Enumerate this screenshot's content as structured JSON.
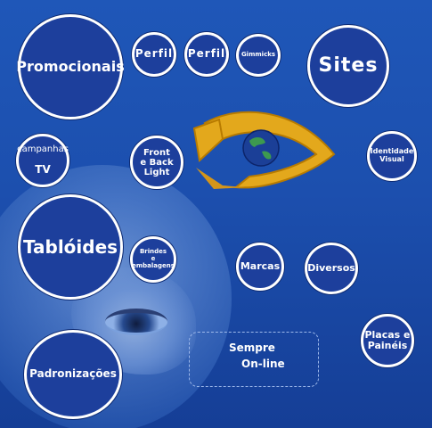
{
  "menu": {
    "promocionais": "Promocionais",
    "perfil_1": "Perfil",
    "perfil_2": "Perfil",
    "gimmicks": "Gimmicks",
    "sites": "Sites",
    "campanhas_small": "campanhas",
    "campanhas_tv": "TV",
    "front_back_light": "Front\ne Back\nLight",
    "identidade_visual": "Identidade\nVisual",
    "tabloides": "Tablóides",
    "brindes": "Brindes\ne\nembalagens",
    "marcas": "Marcas",
    "diversos": "Diversos",
    "placas": "Placas e\nPainéis",
    "padronizacoes": "Padronizações"
  },
  "online": {
    "line1": "Sempre",
    "line2": "On-line",
    "line3": ""
  },
  "colors": {
    "background": "#1f57b8",
    "bubble_fill": "#1d3f9c",
    "bubble_border": "#ffffff",
    "logo_gold": "#e3a81c",
    "logo_globe": "#1b3f97"
  },
  "icons": {
    "logo": "eye-globe-logo"
  }
}
